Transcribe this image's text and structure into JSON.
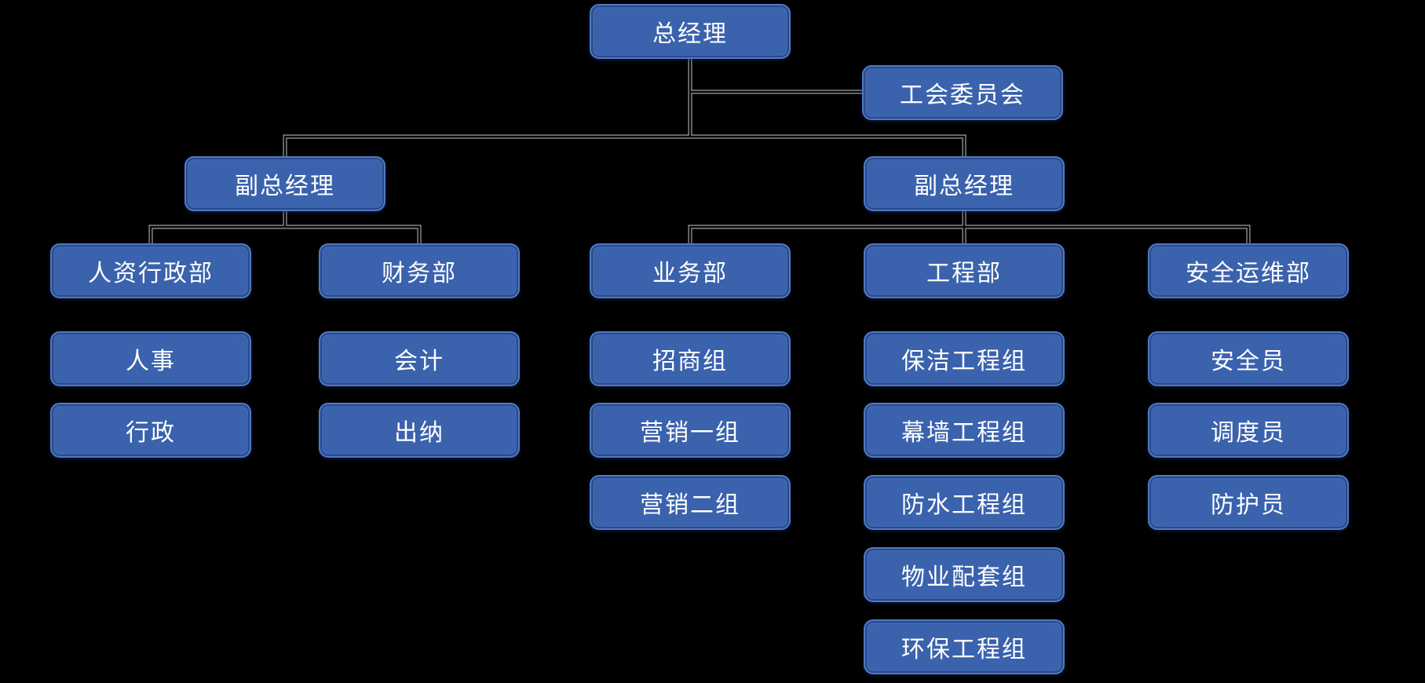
{
  "style": {
    "background": "#000000",
    "node_fill": "#3A62AD",
    "node_border": "#4D79C7",
    "node_text": "#FFFFFF",
    "connector_core": "#060606",
    "connector_outline": "#C9D1D3"
  },
  "chart": {
    "type": "org-chart",
    "root": {
      "label": "总经理"
    },
    "staff": {
      "label": "工会委员会"
    },
    "branches": [
      {
        "manager": {
          "label": "副总经理"
        },
        "departments": [
          {
            "label": "人资行政部",
            "teams": [
              "人事",
              "行政"
            ]
          },
          {
            "label": "财务部",
            "teams": [
              "会计",
              "出纳"
            ]
          }
        ]
      },
      {
        "manager": {
          "label": "副总经理"
        },
        "departments": [
          {
            "label": "业务部",
            "teams": [
              "招商组",
              "营销一组",
              "营销二组"
            ]
          },
          {
            "label": "工程部",
            "teams": [
              "保洁工程组",
              "幕墙工程组",
              "防水工程组",
              "物业配套组",
              "环保工程组"
            ]
          },
          {
            "label": "安全运维部",
            "teams": [
              "安全员",
              "调度员",
              "防护员"
            ]
          }
        ]
      }
    ]
  }
}
